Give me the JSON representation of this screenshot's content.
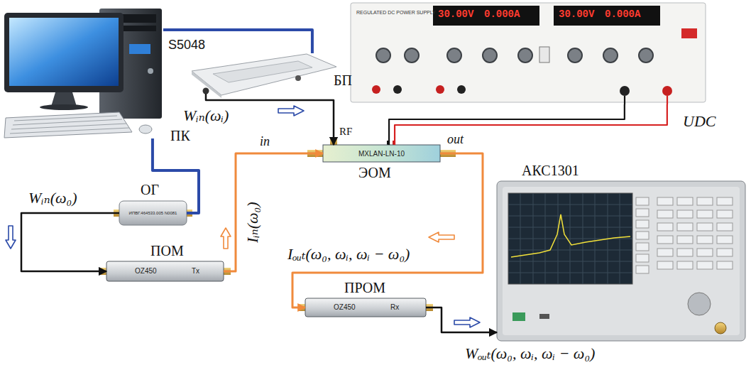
{
  "diagram": {
    "nodes": [
      {
        "text": [
          "ПК"
        ]
      },
      {
        "text": [
          "S5048"
        ]
      },
      {
        "text": [
          "БП",
          "REGULATED DC POWER SUPPLY",
          "30.00V",
          "0.000A",
          "30.00V",
          "0.000A"
        ]
      },
      {
        "text": [
          "ЭОМ",
          "MXLAN-LN-10"
        ]
      },
      {
        "text": [
          "ОГ",
          "ИПВГ.464533.005 N0081"
        ]
      },
      {
        "text": [
          "ПОМ",
          "OZ450",
          "Tx"
        ]
      },
      {
        "text": [
          "ПРОМ",
          "OZ450",
          "Rx"
        ]
      },
      {
        "text": [
          "АКС1301"
        ]
      }
    ],
    "edges": [
      {
        "from": 0,
        "to": 1,
        "arrow": "none"
      },
      {
        "from": 0,
        "to": 4,
        "arrow": "none"
      },
      {
        "from": 1,
        "to": 3,
        "label": "Wᵢₙ(ωᵢ)",
        "arrow": "to"
      },
      {
        "from": 2,
        "to": 3,
        "label": "UDC",
        "arrow": "none"
      },
      {
        "from": 4,
        "to": 5,
        "label": "Wᵢₙ(ω₀)",
        "arrow": "to"
      },
      {
        "from": 5,
        "to": 3,
        "label": "Iᵢₙ(ω₀)",
        "arrow": "to"
      },
      {
        "from": 3,
        "to": 6,
        "label": "Iₒᵤₜ(ω₀, ωᵢ, ωᵢ − ω₀)",
        "arrow": "to"
      },
      {
        "from": 6,
        "to": 7,
        "label": "Wₒᵤₜ(ω₀, ωᵢ, ωᵢ − ω₀)",
        "arrow": "to"
      }
    ],
    "labels": [
      "in",
      "out",
      "RF"
    ]
  }
}
